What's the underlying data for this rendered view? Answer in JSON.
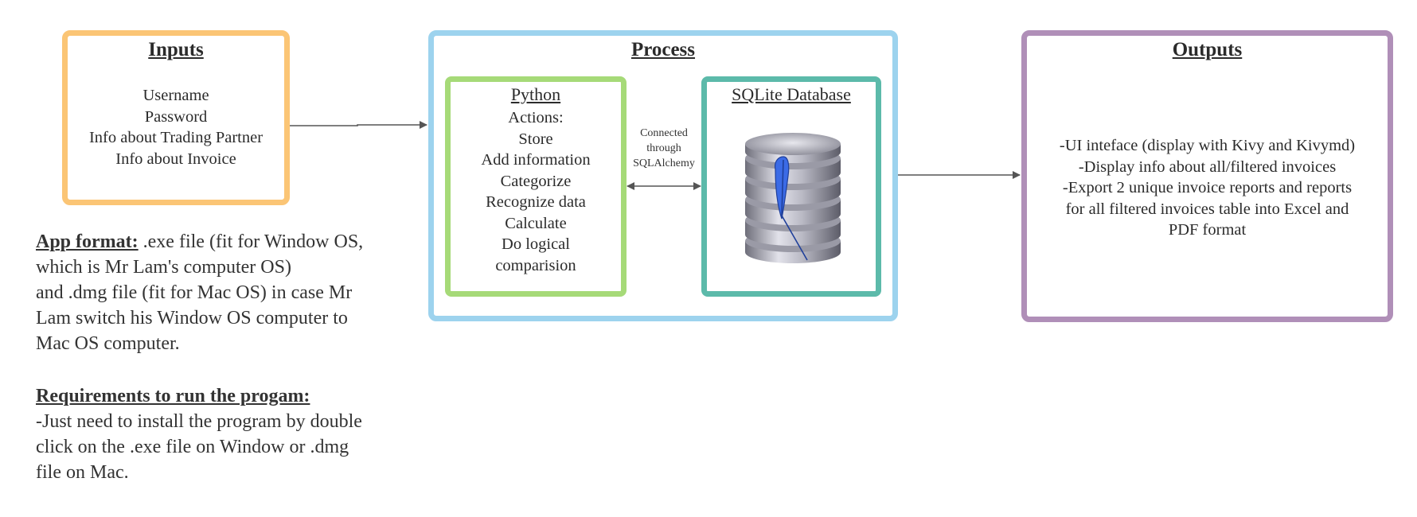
{
  "inputs": {
    "title": "Inputs",
    "items": [
      "Username",
      "Password",
      "Info about Trading Partner",
      "Info about Invoice"
    ]
  },
  "process": {
    "title": "Process",
    "python": {
      "title": "Python",
      "items": [
        "Actions:",
        "Store",
        "Add information",
        "Categorize",
        "Recognize data",
        "Calculate",
        "Do logical",
        "comparision"
      ]
    },
    "connector": [
      "Connected",
      "through",
      "SQLAlchemy"
    ],
    "database": {
      "title": "SQLite Database",
      "icon": "database-feather-icon"
    }
  },
  "outputs": {
    "title": "Outputs",
    "items": [
      "-UI inteface (display with Kivy and Kivymd)",
      "-Display info about all/filtered invoices",
      "-Export 2 unique invoice reports and reports",
      "for all filtered invoices table into Excel and",
      "PDF format"
    ]
  },
  "notes": {
    "app_format": {
      "heading": "App format:",
      "first_line": " .exe file (fit for Window OS,",
      "lines": [
        "which is Mr Lam's computer OS)",
        "and .dmg file (fit for Mac OS) in case Mr",
        "Lam switch his Window OS computer to",
        "Mac OS computer."
      ]
    },
    "requirements": {
      "heading": "Requirements to run the progam:",
      "lines": [
        "-Just need to install the program by double",
        "click on the .exe file on Window or .dmg",
        "file on Mac."
      ]
    }
  },
  "colors": {
    "inputs_border": "#fbc575",
    "process_border": "#9dd3ee",
    "python_border": "#a6da78",
    "database_border": "#5cbaaa",
    "outputs_border": "#b08fb8",
    "arrow": "#555555",
    "feather": "#3b6be6"
  }
}
